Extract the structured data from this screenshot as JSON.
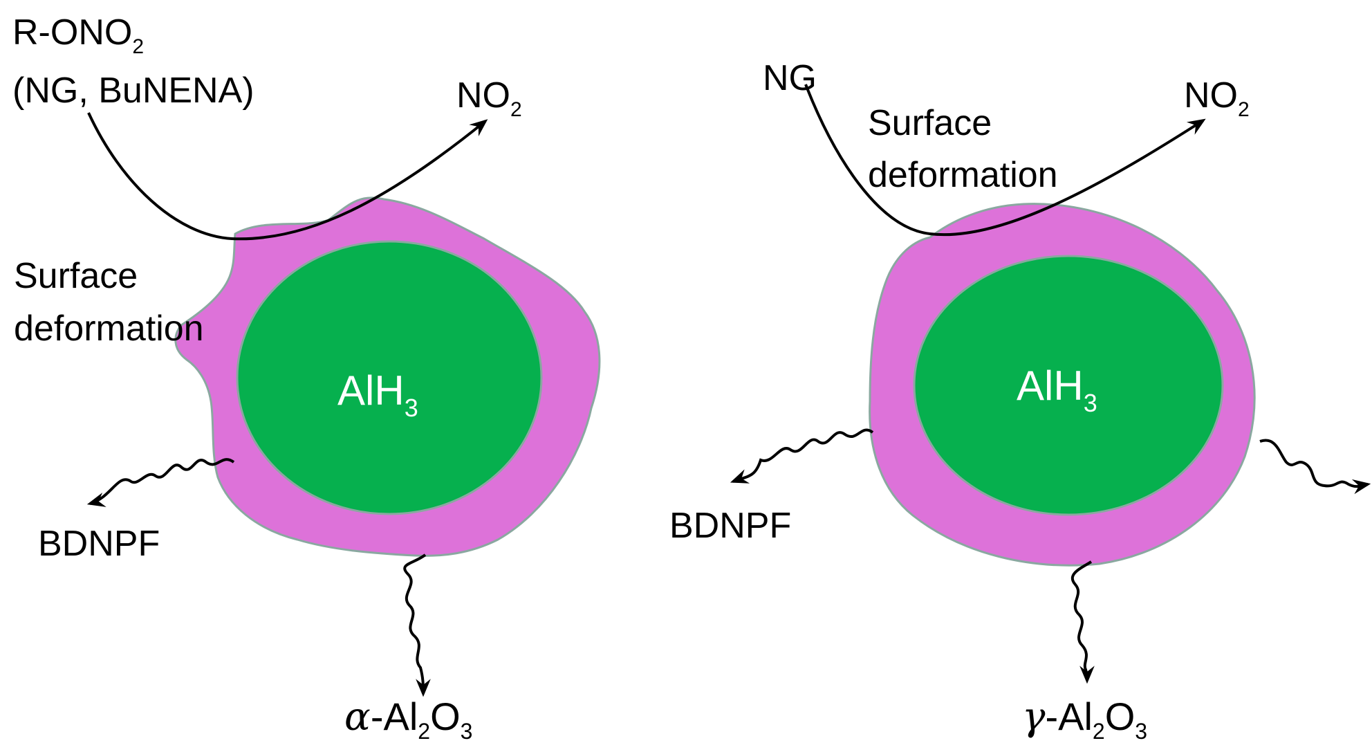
{
  "colors": {
    "shell": "#dd72d9",
    "shell_edge": "#8aa8a0",
    "core": "#06b04e",
    "arrow": "#000000",
    "background": "#ffffff"
  },
  "left_panel": {
    "reactant_main": "R-ONO",
    "reactant_sub": "2",
    "reactant_examples": "(NG, BuNENA)",
    "product_main": "NO",
    "product_sub": "2",
    "surface_line1": "Surface",
    "surface_line2": "deformation",
    "core_main": "AlH",
    "core_sub": "3",
    "bdnpf": "BDNPF",
    "oxide_greek": "α",
    "oxide_dash": "-Al",
    "oxide_sub1": "2",
    "oxide_o": "O",
    "oxide_sub2": "3"
  },
  "right_panel": {
    "reactant": "NG",
    "product_main": "NO",
    "product_sub": "2",
    "surface_line1": "Surface",
    "surface_line2": "deformation",
    "core_main": "AlH",
    "core_sub": "3",
    "bdnpf": "BDNPF",
    "oxide_greek": "γ",
    "oxide_dash": "-Al",
    "oxide_sub1": "2",
    "oxide_o": "O",
    "oxide_sub2": "3"
  }
}
